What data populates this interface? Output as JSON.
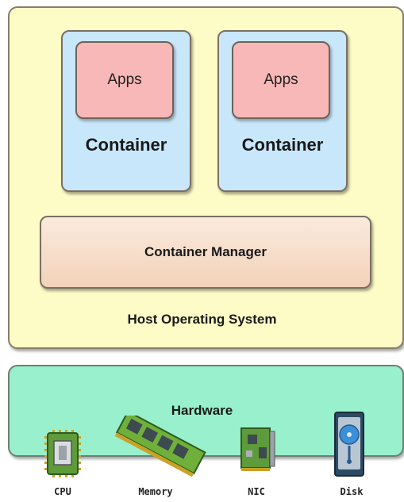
{
  "host": {
    "label": "Host Operating System"
  },
  "containers": [
    {
      "apps_label": "Apps",
      "label": "Container"
    },
    {
      "apps_label": "Apps",
      "label": "Container"
    }
  ],
  "manager": {
    "label": "Container Manager"
  },
  "hardware": {
    "label": "Hardware",
    "devices": [
      {
        "label": "CPU",
        "icon": "cpu-chip-icon"
      },
      {
        "label": "Memory",
        "icon": "memory-module-icon"
      },
      {
        "label": "NIC",
        "icon": "network-card-icon"
      },
      {
        "label": "Disk",
        "icon": "hard-disk-icon"
      }
    ]
  },
  "colors": {
    "host_fill": "#fdfbc6",
    "container_fill": "#c9e7fb",
    "apps_fill": "#f8b8b8",
    "manager_fill": "#f2d2ba",
    "hardware_fill": "#98f0cc"
  }
}
